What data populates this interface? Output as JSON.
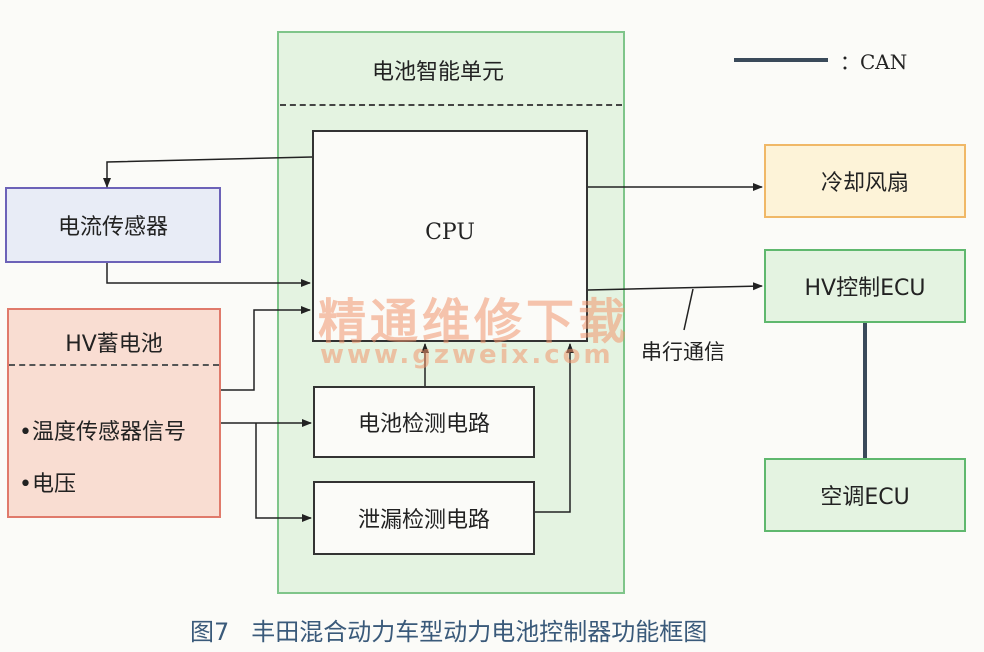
{
  "legend": {
    "line_label": "：CAN"
  },
  "bmu": {
    "title": "电池智能单元"
  },
  "cpu": {
    "label": "CPU"
  },
  "cell_detect": {
    "label": "电池检测电路"
  },
  "leak_detect": {
    "label": "泄漏检测电路"
  },
  "current_sensor": {
    "label": "电流传感器"
  },
  "hv_battery": {
    "title": "HV蓄电池",
    "items": [
      "•温度传感器信号",
      "•电压"
    ]
  },
  "cooling_fan": {
    "label": "冷却风扇"
  },
  "hv_ecu": {
    "label": "HV控制ECU"
  },
  "ac_ecu": {
    "label": "空调ECU"
  },
  "serial_comm": {
    "label": "串行通信"
  },
  "caption": {
    "figure": "图7",
    "text": "丰田混合动力车型动力电池控制器功能框图"
  },
  "watermark": {
    "text": "精通维修下载",
    "url": "www.gzweix.com"
  },
  "colors": {
    "bmu_fill": "#e4f3e1",
    "bmu_border": "#7fc58a",
    "current_border": "#6c62b8",
    "battery_border": "#e07a6b",
    "fan_border": "#f0b867",
    "ecu_border": "#5fb86e",
    "can_line": "#3a4a5a",
    "caption": "#3a5a7a"
  }
}
